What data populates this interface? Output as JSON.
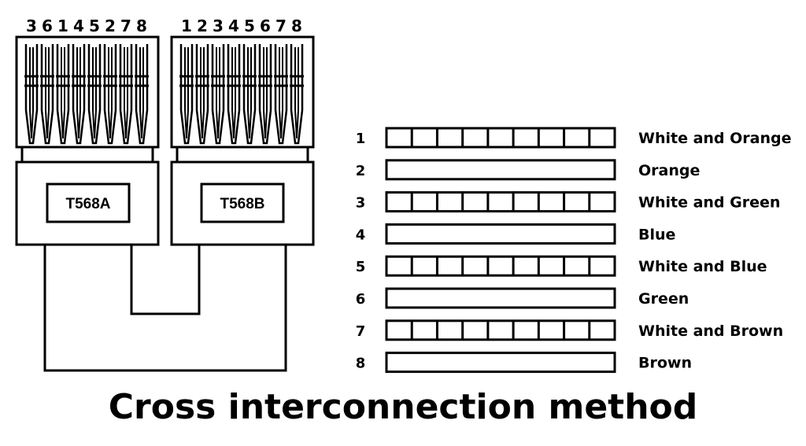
{
  "connector_a": {
    "label": "T568A",
    "pin_order": [
      "3",
      "6",
      "1",
      "4",
      "5",
      "2",
      "7",
      "8"
    ]
  },
  "connector_b": {
    "label": "T568B",
    "pin_order": [
      "1",
      "2",
      "3",
      "4",
      "5",
      "6",
      "7",
      "8"
    ]
  },
  "wires": [
    {
      "number": "1",
      "name": "White and Orange",
      "striped": true
    },
    {
      "number": "2",
      "name": "Orange",
      "striped": false
    },
    {
      "number": "3",
      "name": "White and Green",
      "striped": true
    },
    {
      "number": "4",
      "name": "Blue",
      "striped": false
    },
    {
      "number": "5",
      "name": "White and Blue",
      "striped": true
    },
    {
      "number": "6",
      "name": "Green",
      "striped": false
    },
    {
      "number": "7",
      "name": "White and Brown",
      "striped": true
    },
    {
      "number": "8",
      "name": "Brown",
      "striped": false
    }
  ],
  "title": "Cross interconnection method"
}
